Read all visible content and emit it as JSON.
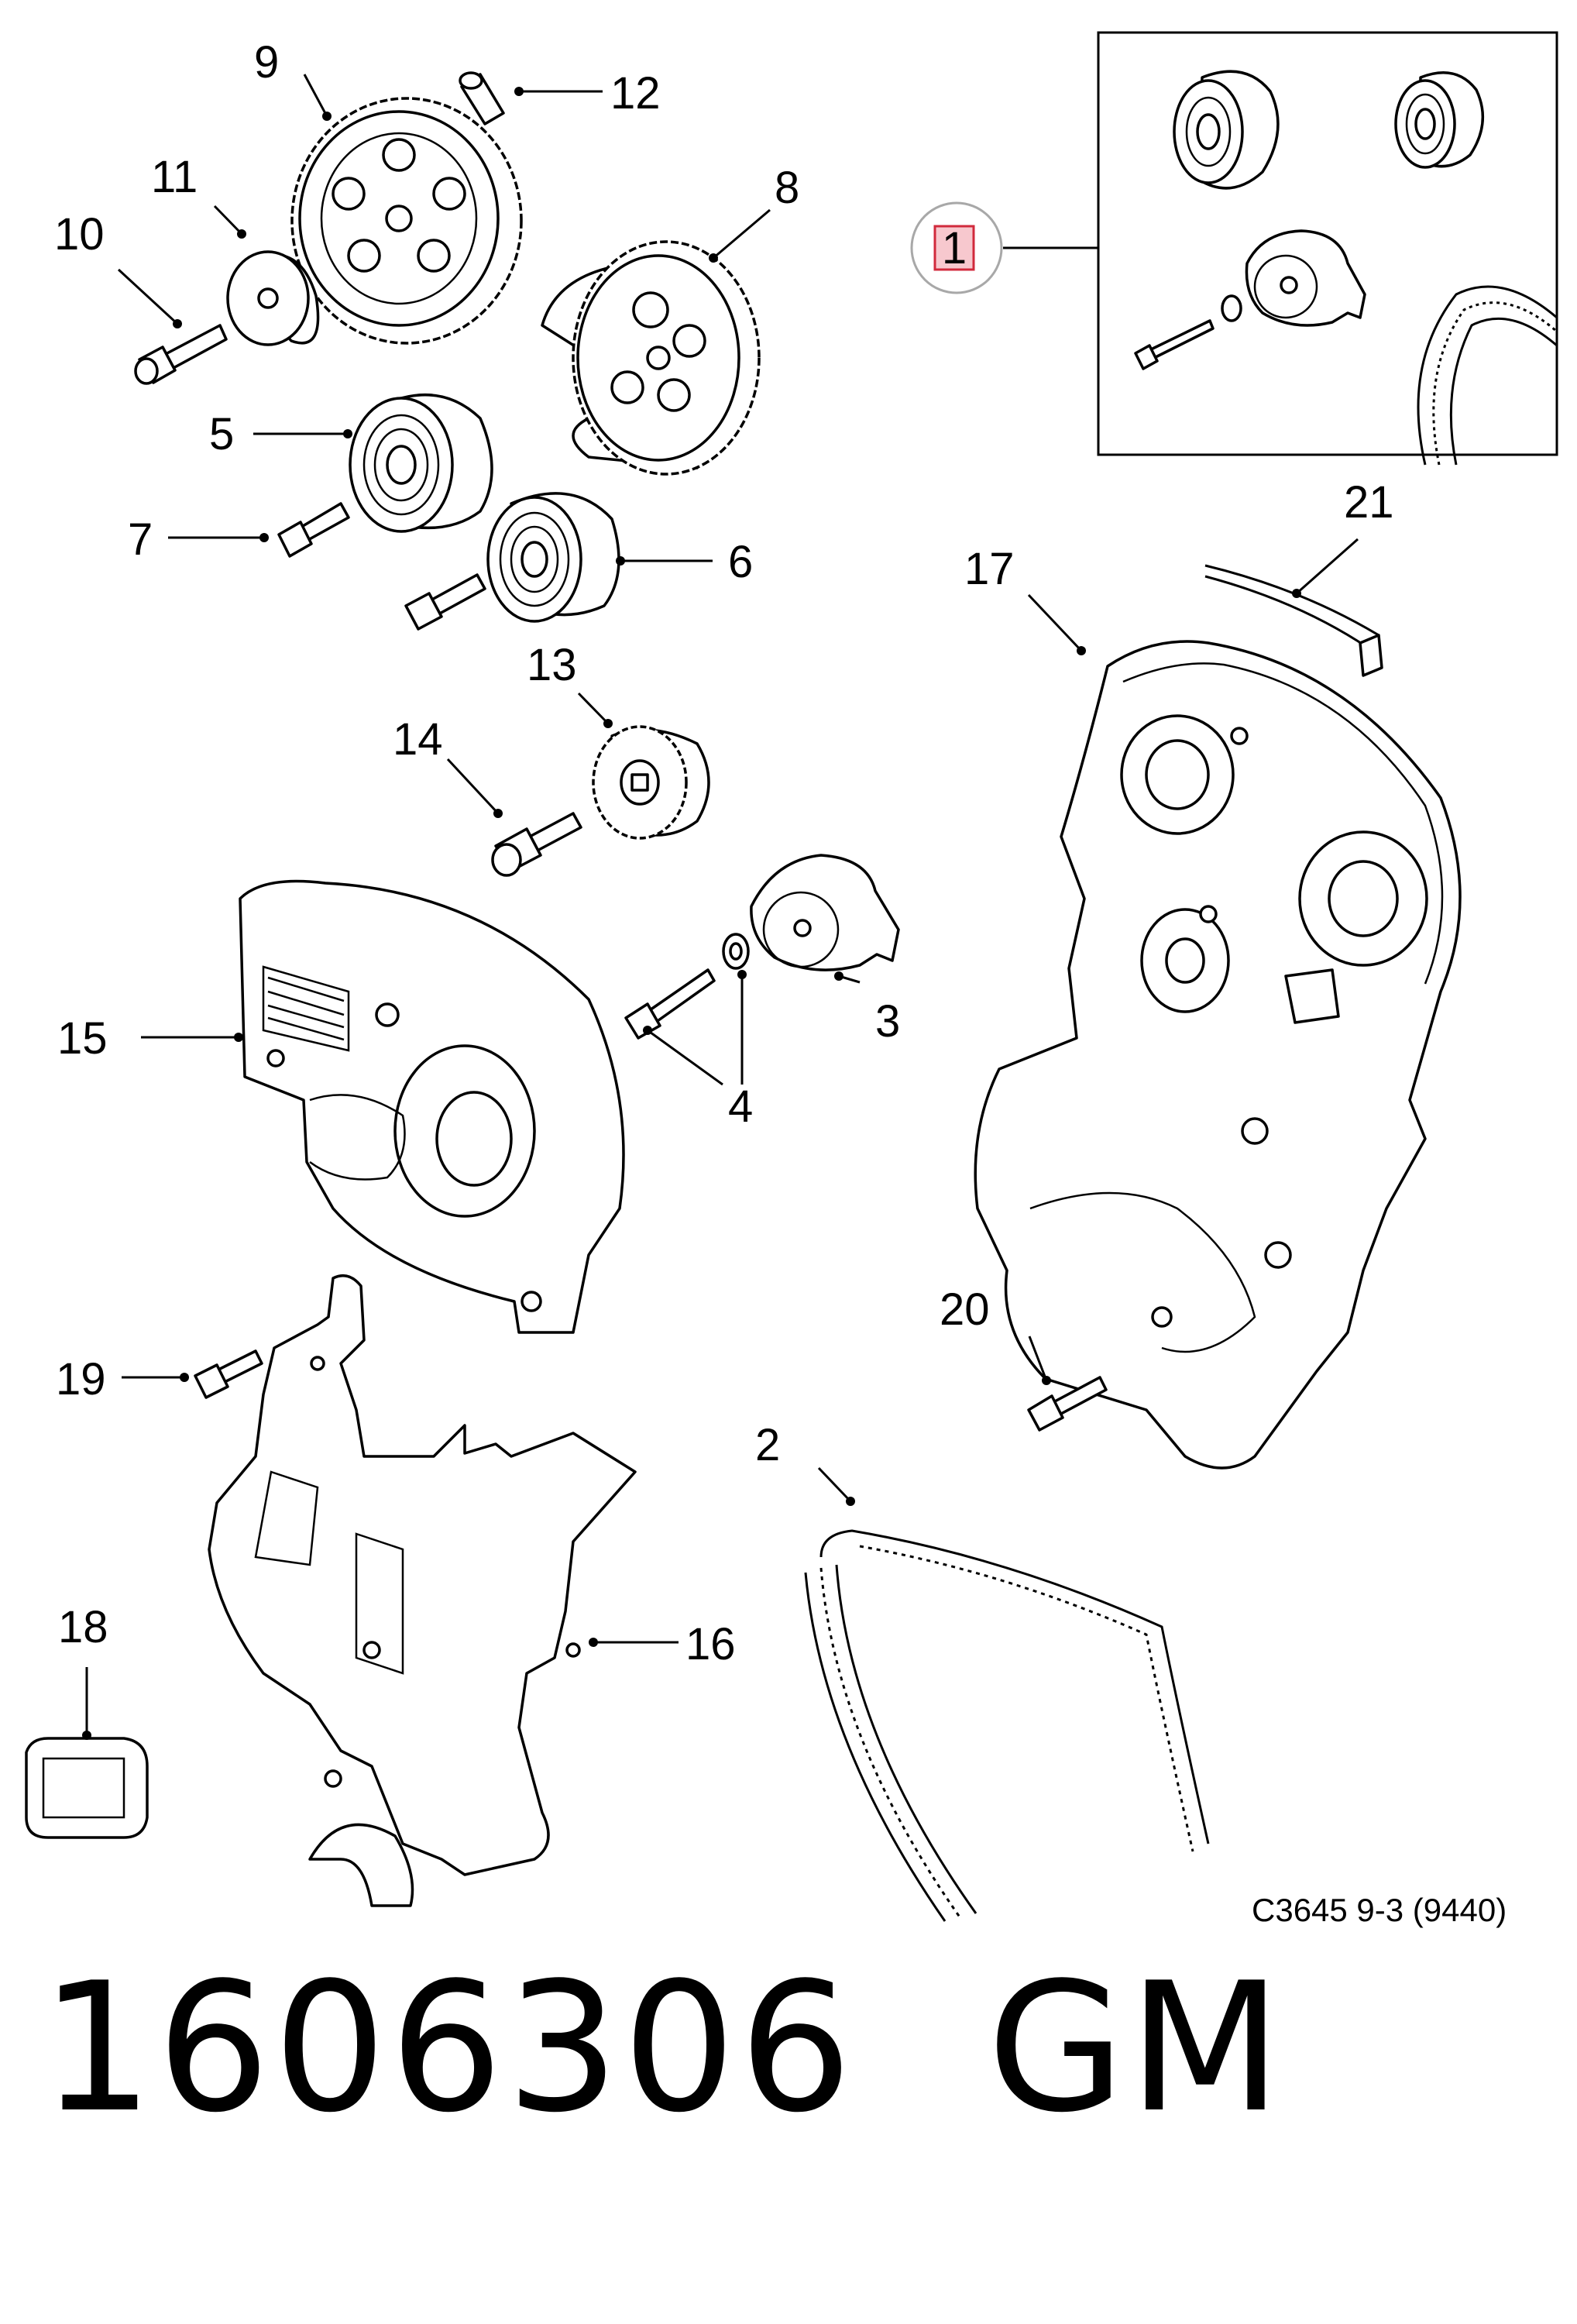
{
  "drawing_ref": "C3645 9-3 (9440)",
  "part_number": "1606306",
  "brand": "GM",
  "kit_callout": "1",
  "callouts": [
    "2",
    "3",
    "4",
    "5",
    "6",
    "7",
    "8",
    "9",
    "10",
    "11",
    "12",
    "13",
    "14",
    "15",
    "16",
    "17",
    "18",
    "19",
    "20",
    "21"
  ]
}
